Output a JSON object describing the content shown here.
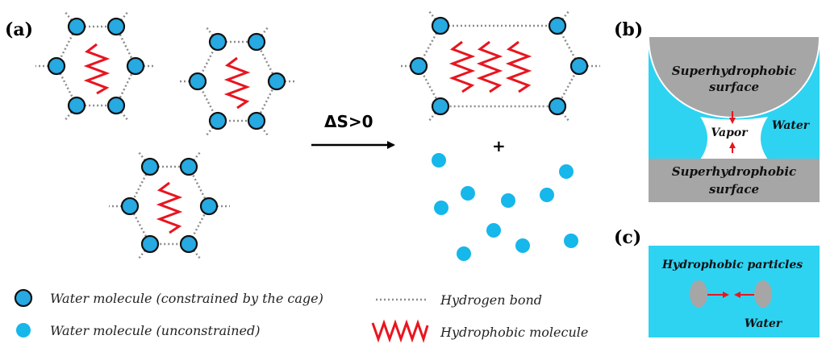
{
  "figure": {
    "panel_a_label": "(a)",
    "panel_b_label": "(b)",
    "panel_c_label": "(c)",
    "reaction_label": "ΔS>0",
    "plus_sign": "+",
    "legend": {
      "constrained": "Water molecule (constrained by the cage)",
      "unconstrained": "Water molecule (unconstrained)",
      "hbond": "Hydrogen bond",
      "hydrophobic": "Hydrophobic molecule"
    },
    "panel_b": {
      "top_surface_line1": "Superhydrophobic",
      "top_surface_line2": "surface",
      "bottom_surface_line1": "Superhydrophobic",
      "bottom_surface_line2": "surface",
      "vapor": "Vapor",
      "water": "Water"
    },
    "panel_c": {
      "particles": "Hydrophobic particles",
      "water": "Water"
    }
  },
  "colors": {
    "water_blue": "#27a9e1",
    "water_fill": "#16b7ea",
    "panel_cyan": "#2ed3f2",
    "surface_gray": "#a6a6a6",
    "spring_red": "#e8151f",
    "bond_gray": "#8c8c8c"
  }
}
